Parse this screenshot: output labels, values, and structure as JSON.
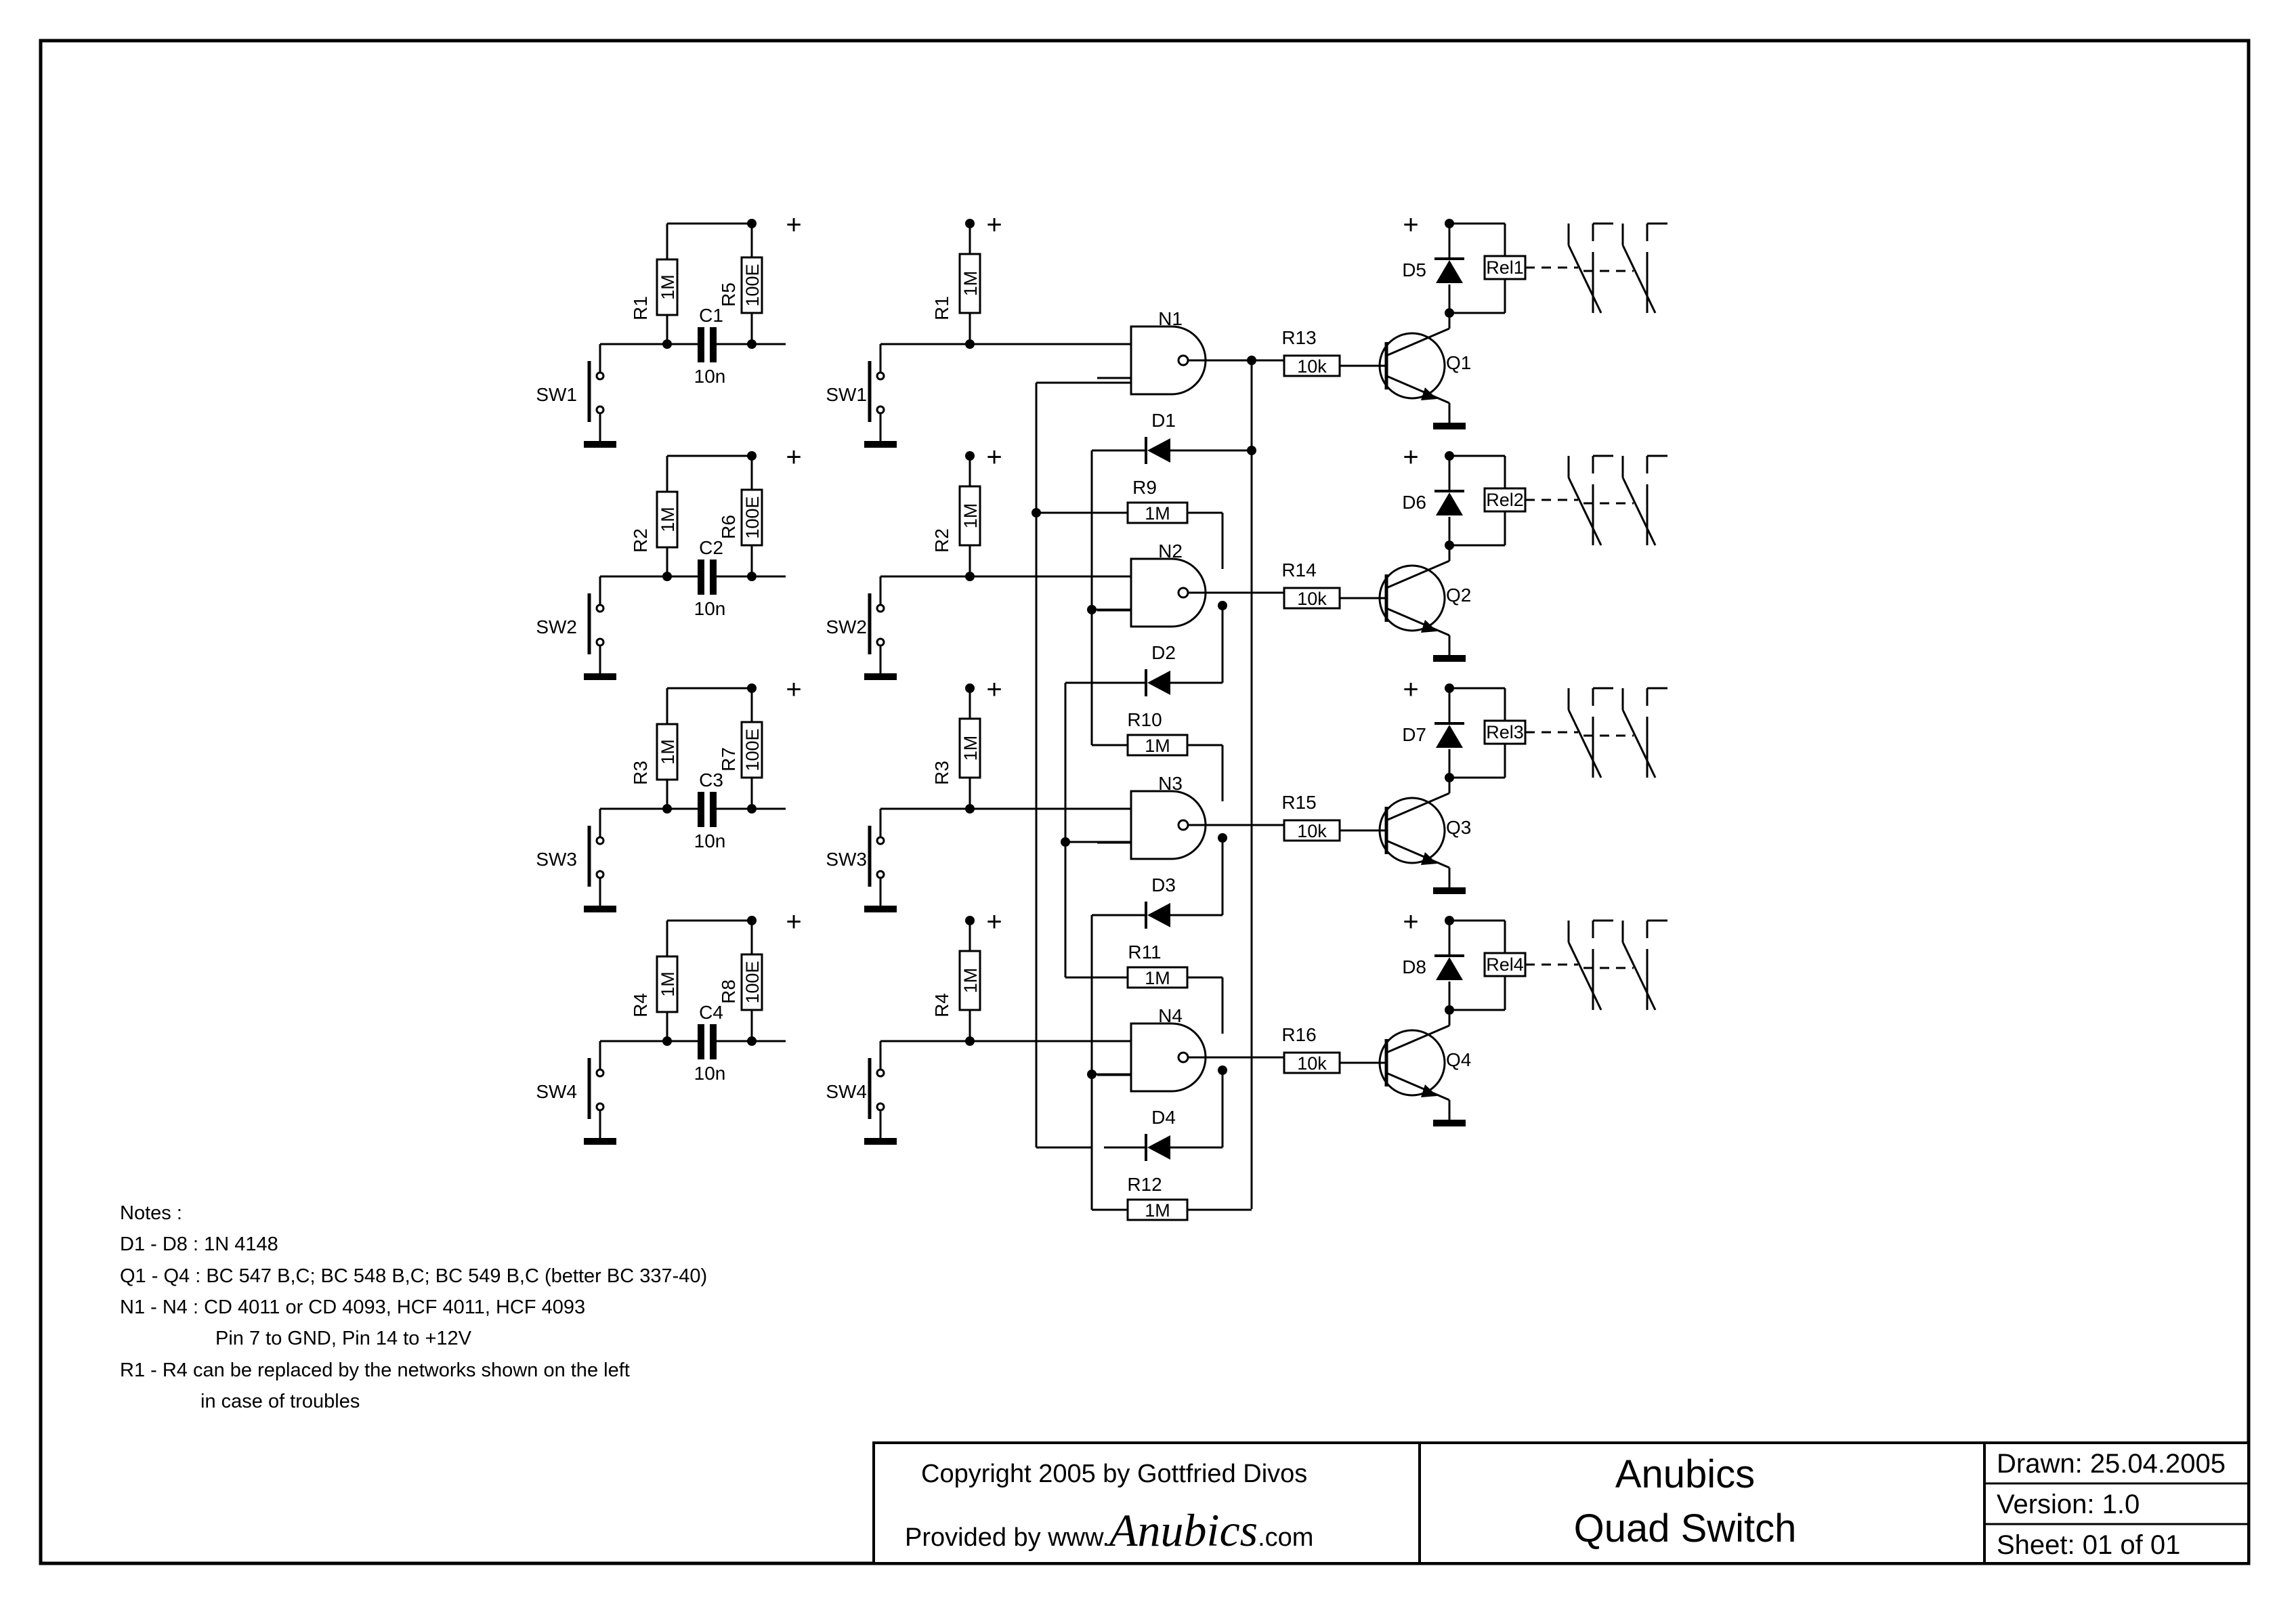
{
  "notes": {
    "heading": "Notes :",
    "lines": [
      "D1 - D8 :  1N 4148",
      "Q1 - Q4 :  BC 547 B,C; BC 548 B,C; BC 549 B,C  (better BC 337-40)",
      "N1 - N4 :  CD 4011 or CD 4093, HCF 4011, HCF 4093",
      "Pin 7 to GND, Pin 14 to +12V",
      "R1 - R4 can be replaced by the networks shown on the left",
      "in case of troubles"
    ]
  },
  "title_block": {
    "copyright": "Copyright 2005 by Gottfried Divos",
    "provided_prefix": "Provided by  www.",
    "provided_brand": "Anubics",
    "provided_suffix": ".com",
    "title_line1": "Anubics",
    "title_line2": "Quad Switch",
    "drawn": "Drawn:  25.04.2005",
    "version": "Version:  1.0",
    "sheet": "Sheet:  01  of  01"
  },
  "circuit": {
    "supply_symbol": "+",
    "channels": [
      {
        "sw": "SW1",
        "r_pull": "R1",
        "r_pull_value": "1M",
        "cap": "C1",
        "cap_value": "10n",
        "r_series": "R5",
        "r_series_value": "100E",
        "gate": "N1",
        "diode_fb": "D1",
        "r_fb": "R9",
        "r_fb_value": "1M",
        "r_base": "R13",
        "r_base_value": "10k",
        "transistor": "Q1",
        "diode_relay": "D5",
        "relay": "Rel1"
      },
      {
        "sw": "SW2",
        "r_pull": "R2",
        "r_pull_value": "1M",
        "cap": "C2",
        "cap_value": "10n",
        "r_series": "R6",
        "r_series_value": "100E",
        "gate": "N2",
        "diode_fb": "D2",
        "r_fb": "R10",
        "r_fb_value": "1M",
        "r_base": "R14",
        "r_base_value": "10k",
        "transistor": "Q2",
        "diode_relay": "D6",
        "relay": "Rel2"
      },
      {
        "sw": "SW3",
        "r_pull": "R3",
        "r_pull_value": "1M",
        "cap": "C3",
        "cap_value": "10n",
        "r_series": "R7",
        "r_series_value": "100E",
        "gate": "N3",
        "diode_fb": "D3",
        "r_fb": "R11",
        "r_fb_value": "1M",
        "r_base": "R15",
        "r_base_value": "10k",
        "transistor": "Q3",
        "diode_relay": "D7",
        "relay": "Rel3"
      },
      {
        "sw": "SW4",
        "r_pull": "R4",
        "r_pull_value": "1M",
        "cap": "C4",
        "cap_value": "10n",
        "r_series": "R8",
        "r_series_value": "100E",
        "gate": "N4",
        "diode_fb": "D4",
        "r_fb": "R12",
        "r_fb_value": "1M",
        "r_base": "R16",
        "r_base_value": "10k",
        "transistor": "Q4",
        "diode_relay": "D8",
        "relay": "Rel4"
      }
    ]
  }
}
